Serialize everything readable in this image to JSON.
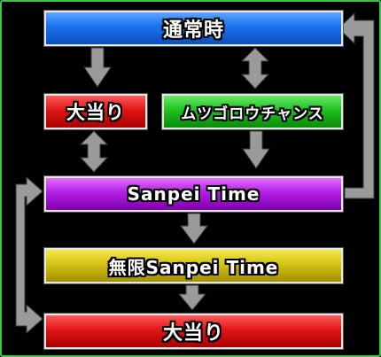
{
  "nodes": {
    "normal": {
      "label": "通常時"
    },
    "hit1": {
      "label": "大当り"
    },
    "chance": {
      "label": "ムツゴロウチャンス"
    },
    "sanpei": {
      "label": "Sanpei Time"
    },
    "mugen": {
      "label": "無限Sanpei Time"
    },
    "hit2": {
      "label": "大当り"
    }
  },
  "colors": {
    "frame": "#39c445",
    "arrow": "#9a9a9a",
    "blue": "#1f74f0",
    "red": "#e01616",
    "green": "#1ec21e",
    "purple": "#b41ee6",
    "yellow": "#d4c214"
  },
  "edges": [
    {
      "from": "normal",
      "to": "hit1",
      "direction": "one-way"
    },
    {
      "from": "normal",
      "to": "chance",
      "direction": "two-way"
    },
    {
      "from": "hit1",
      "to": "sanpei",
      "direction": "two-way"
    },
    {
      "from": "chance",
      "to": "sanpei",
      "direction": "one-way"
    },
    {
      "from": "sanpei",
      "to": "normal",
      "direction": "one-way"
    },
    {
      "from": "sanpei",
      "to": "mugen",
      "direction": "one-way"
    },
    {
      "from": "mugen",
      "to": "hit2",
      "direction": "one-way"
    },
    {
      "from": "sanpei",
      "to": "hit2",
      "direction": "two-way"
    }
  ]
}
